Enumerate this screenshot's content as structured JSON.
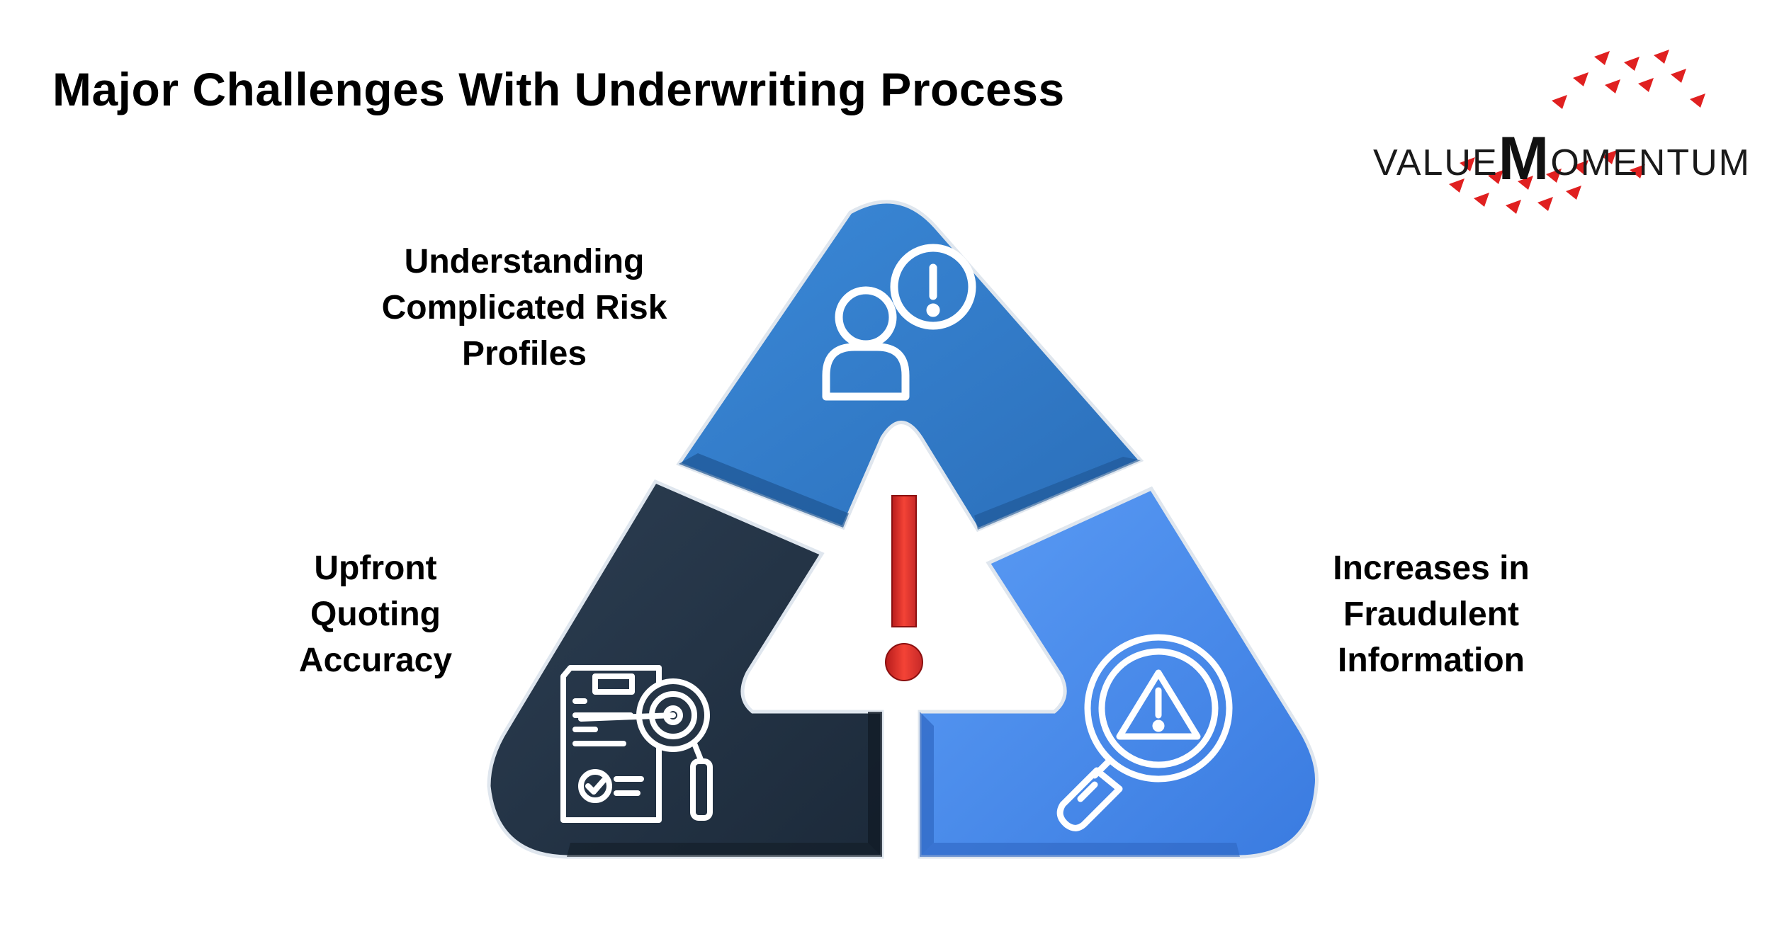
{
  "title": "Major Challenges With Underwriting Process",
  "logo": {
    "part1": "VALUE",
    "big": "M",
    "part2": "OMENTUM",
    "accent": "#e02020"
  },
  "segments": [
    {
      "id": "top",
      "label": "Understanding\nComplicated Risk\nProfiles",
      "icon": "user-alert-icon",
      "color": "#3a86d6"
    },
    {
      "id": "left",
      "label": "Upfront\nQuoting\nAccuracy",
      "icon": "document-target-icon",
      "color": "#253445"
    },
    {
      "id": "right",
      "label": "Increases in\nFraudulent\nInformation",
      "icon": "search-warning-icon",
      "color": "#4f8ef2"
    }
  ],
  "center": {
    "icon": "exclamation-icon",
    "color": "#e53935"
  }
}
